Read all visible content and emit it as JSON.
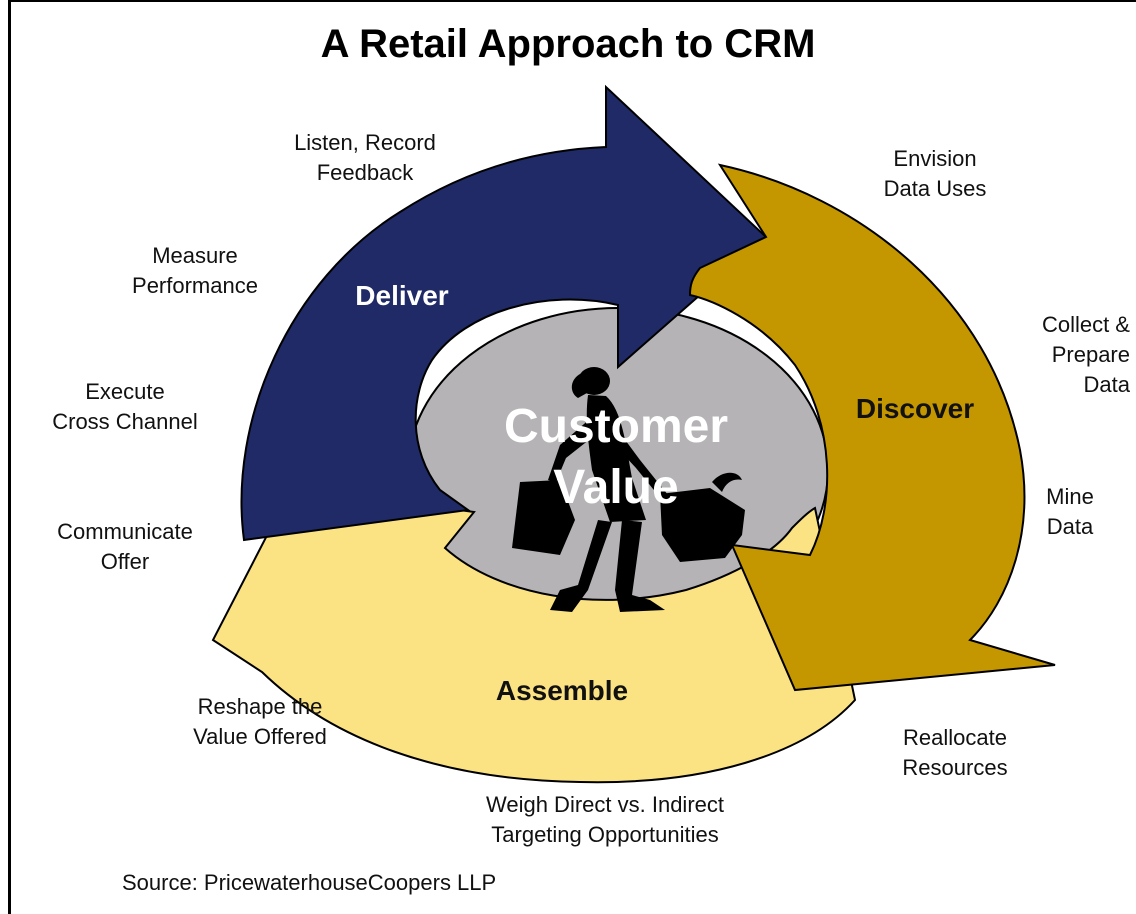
{
  "title": "A Retail Approach to CRM",
  "center": {
    "line1": "Customer",
    "line2": "Value"
  },
  "phases": [
    {
      "name": "Deliver",
      "color": "#1f2a66",
      "text_color": "#ffffff"
    },
    {
      "name": "Discover",
      "color": "#c49700",
      "text_color": "#111111"
    },
    {
      "name": "Assemble",
      "color": "#fbe383",
      "text_color": "#111111"
    }
  ],
  "labels": {
    "listen": [
      "Listen, Record",
      "Feedback"
    ],
    "measure": [
      "Measure",
      "Performance"
    ],
    "execute": [
      "Execute",
      "Cross Channel"
    ],
    "communicate": [
      "Communicate",
      "Offer"
    ],
    "reshape": [
      "Reshape the",
      "Value Offered"
    ],
    "weigh": [
      "Weigh Direct vs. Indirect",
      "Targeting Opportunities"
    ],
    "reallocate": [
      "Reallocate",
      "Resources"
    ],
    "mine": [
      "Mine",
      "Data"
    ],
    "collect": [
      "Collect &",
      "Prepare",
      "Data"
    ],
    "envision": [
      "Envision",
      "Data Uses"
    ]
  },
  "source": "Source:  PricewaterhouseCoopers LLP"
}
